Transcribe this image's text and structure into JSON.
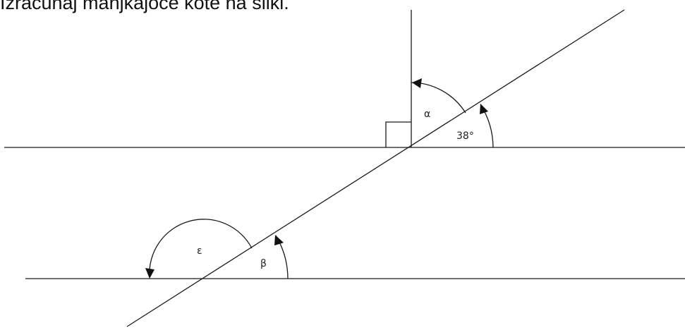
{
  "instruction": "Izračunaj manjkajoče kote na sliki.",
  "angles": {
    "given": "38°",
    "alpha": "α",
    "beta": "β",
    "epsilon": "ε"
  },
  "colors": {
    "line": "#1a1a1a",
    "background": "#ffffff"
  }
}
